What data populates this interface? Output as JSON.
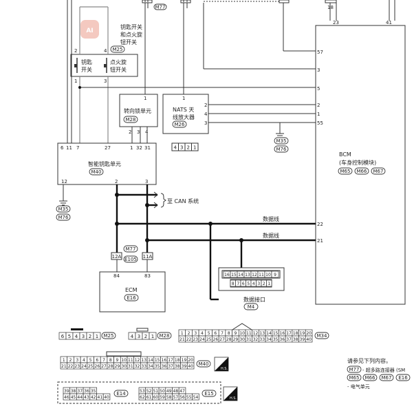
{
  "watermark": {
    "logo_text": "AI"
  },
  "key_switch": {
    "title_lines": [
      "钥匙开关",
      "和点火旋",
      "钮开关"
    ],
    "connector": "M25",
    "left_label": [
      "钥匙",
      "开关"
    ],
    "right_label": [
      "点火旋",
      "钮开关"
    ],
    "pins_top": [
      "2",
      "4"
    ],
    "pins_bottom": [
      "1",
      "3"
    ]
  },
  "steering_lock": {
    "label": "转向锁单元",
    "connector": "M28",
    "pin_top": "1",
    "pins_bottom": [
      "2",
      "3",
      "4"
    ]
  },
  "nats": {
    "label_lines": [
      "NATS 天",
      "线放大器"
    ],
    "connector": "M26",
    "pin_top": "1",
    "pins_right": [
      "2",
      "4",
      "3"
    ],
    "conn_pins": [
      "4",
      "3",
      "2",
      "1"
    ]
  },
  "top_connector": "M77",
  "intelligent_key": {
    "label": "智能钥匙单元",
    "connector": "M40",
    "pins_top": [
      "6",
      "11",
      "7",
      "27",
      "1",
      "32",
      "31"
    ],
    "pins_bottom": [
      "12",
      "2",
      "3"
    ]
  },
  "ground_left": [
    "M35",
    "M76"
  ],
  "ground_right": [
    "M35",
    "M76"
  ],
  "can_label": "至 CAN 系统",
  "data_line_1": "数据线",
  "data_line_2": "数据线",
  "bcm": {
    "label_lines": [
      "BCM",
      "(车身控制模块)"
    ],
    "connectors": [
      "M65",
      "M66",
      "M67"
    ],
    "pins_top": [
      "23",
      "41"
    ],
    "pins_left": [
      "57",
      "3",
      "5",
      "2",
      "1",
      "55",
      "22",
      "21"
    ]
  },
  "top_pin_18": "18",
  "ecm": {
    "label": "ECM",
    "connector": "E16",
    "pins": [
      "84",
      "83"
    ]
  },
  "joint": {
    "connectors": [
      "M77",
      "E105"
    ],
    "left_tag": "12A",
    "right_tag": "11A"
  },
  "data_link": {
    "label": "数据接口",
    "connector": "M4",
    "row_top": [
      "16",
      "15",
      "14",
      "13",
      "12",
      "11",
      "10",
      "9"
    ],
    "row_bottom": [
      "8",
      "7",
      "6",
      "5",
      "4",
      "3",
      "2",
      "1"
    ]
  },
  "connector_views": {
    "m25": {
      "name": "M25",
      "pins": [
        "6",
        "5",
        "4",
        "3",
        "2",
        "1"
      ]
    },
    "m28": {
      "name": "M28",
      "pins": [
        "4",
        "3",
        "2",
        "1"
      ]
    },
    "m34": {
      "name": "M34",
      "row1": [
        "1",
        "2",
        "3",
        "4",
        "5",
        "6",
        "7",
        "8",
        "9",
        "10",
        "11",
        "12",
        "13",
        "14",
        "15",
        "16",
        "17",
        "18",
        "19",
        "20"
      ],
      "row2": [
        "21",
        "22",
        "23",
        "24",
        "25",
        "26",
        "27",
        "28",
        "29",
        "30",
        "31",
        "32",
        "33",
        "34",
        "35",
        "36",
        "37",
        "38",
        "39",
        "40"
      ]
    },
    "m40": {
      "name": "M40",
      "hs": "H.S.",
      "row1": [
        "1",
        "2",
        "3",
        "4",
        "5",
        "6",
        "7",
        "8",
        "9",
        "10",
        "11",
        "12",
        "13",
        "14",
        "15",
        "16",
        "17",
        "18",
        "19",
        "20"
      ],
      "row2": [
        "21",
        "22",
        "23",
        "24",
        "25",
        "26",
        "27",
        "28",
        "29",
        "30",
        "31",
        "32",
        "33",
        "34",
        "35",
        "36",
        "37",
        "38",
        "39",
        "40"
      ]
    },
    "e14": {
      "name": "E14",
      "row1": [
        "39",
        "38",
        "37",
        "36",
        "35"
      ],
      "row2": [
        "46",
        "45",
        "44",
        "43",
        "42",
        "41",
        "40"
      ]
    },
    "e15": {
      "name": "E15",
      "hs": "H.S.",
      "row1": [
        "53",
        "52",
        "51",
        "50",
        "49",
        "48",
        "47"
      ],
      "row2": [
        "62",
        "61",
        "60",
        "59",
        "58",
        "57",
        "56",
        "55",
        "54"
      ]
    }
  },
  "reference": {
    "title": "请参见下列内容。",
    "line1_conn": "M77",
    "line1_text": "- 超多路连接器 (SM",
    "line2_conns": [
      "M65",
      "M66",
      "M67",
      "E16"
    ],
    "line3_text": "- 电气单元"
  }
}
